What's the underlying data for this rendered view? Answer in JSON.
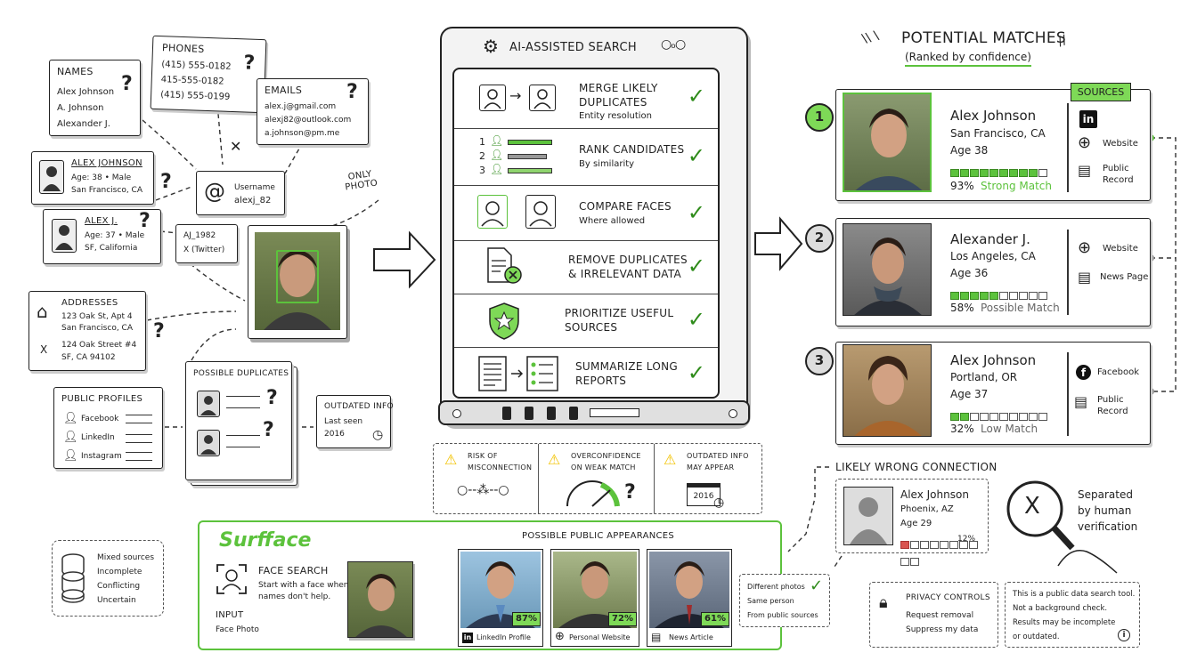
{
  "left": {
    "names": {
      "title": "NAMES",
      "items": [
        "Alex Johnson",
        "A. Johnson",
        "Alexander J."
      ]
    },
    "phones": {
      "title": "PHONES",
      "items": [
        "(415) 555-0182",
        "415-555-0182",
        "(415) 555-0199"
      ]
    },
    "emails": {
      "title": "EMAILS",
      "items": [
        "alex.j@gmail.com",
        "alexj82@outlook.com",
        "a.johnson@pm.me"
      ]
    },
    "profile1": {
      "name": "ALEX JOHNSON",
      "line1": "Age: 38 • Male",
      "line2": "San Francisco, CA"
    },
    "profile2": {
      "name": "ALEX J.",
      "line1": "Age: 37 • Male",
      "line2": "SF, California"
    },
    "username": {
      "label": "Username",
      "value": "alexj_82"
    },
    "handle": {
      "line1": "AJ_1982",
      "line2": "X (Twitter)"
    },
    "only_photo": "ONLY PHOTO",
    "addresses": {
      "title": "ADDRESSES",
      "a1": "123 Oak St, Apt 4",
      "a1b": "San Francisco, CA",
      "a2": "124 Oak Street #4",
      "a2b": "SF, CA 94102",
      "x": "X"
    },
    "public_profiles": {
      "title": "PUBLIC PROFILES",
      "items": [
        "Facebook",
        "LinkedIn",
        "Instagram"
      ]
    },
    "dupes": {
      "title": "POSSIBLE DUPLICATES"
    },
    "outdated": {
      "title": "OUTDATED INFO",
      "line1": "Last seen",
      "line2": "2016"
    },
    "mixed": {
      "items": [
        "Mixed sources",
        "Incomplete",
        "Conflicting",
        "Uncertain"
      ]
    }
  },
  "search": {
    "title": "AI-ASSISTED SEARCH",
    "steps": [
      {
        "title": "MERGE LIKELY",
        "title2": "DUPLICATES",
        "sub": "Entity resolution"
      },
      {
        "title": "RANK CANDIDATES",
        "title2": "",
        "sub": "By similarity"
      },
      {
        "title": "COMPARE FACES",
        "title2": "",
        "sub": "Where allowed"
      },
      {
        "title": "REMOVE DUPLICATES",
        "title2": "& IRRELEVANT DATA",
        "sub": ""
      },
      {
        "title": "PRIORITIZE USEFUL",
        "title2": "SOURCES",
        "sub": ""
      },
      {
        "title": "SUMMARIZE LONG",
        "title2": "REPORTS",
        "sub": ""
      }
    ],
    "rank_numbers": [
      "1",
      "2",
      "3"
    ],
    "warnings": [
      {
        "l1": "RISK OF",
        "l2": "MISCONNECTION"
      },
      {
        "l1": "OVERCONFIDENCE",
        "l2": "ON WEAK MATCH"
      },
      {
        "l1": "OUTDATED INFO",
        "l2": "MAY APPEAR"
      }
    ],
    "year": "2016"
  },
  "matches": {
    "title": "POTENTIAL MATCHES",
    "subtitle": "(Ranked by confidence)",
    "sources_label": "SOURCES",
    "items": [
      {
        "rank": "1",
        "name": "Alex Johnson",
        "loc": "San Francisco, CA",
        "age": "Age 38",
        "pct": "93%",
        "label": "Strong Match",
        "level": 9,
        "src": [
          "Website",
          "Public",
          "Record"
        ]
      },
      {
        "rank": "2",
        "name": "Alexander J.",
        "loc": "Los Angeles, CA",
        "age": "Age 36",
        "pct": "58%",
        "label": "Possible Match",
        "level": 5,
        "src": [
          "Website",
          "News Page"
        ]
      },
      {
        "rank": "3",
        "name": "Alex Johnson",
        "loc": "Portland, OR",
        "age": "Age 37",
        "pct": "32%",
        "label": "Low Match",
        "level": 2,
        "src": [
          "Facebook",
          "Public",
          "Record"
        ]
      }
    ],
    "wrong": {
      "title": "LIKELY WRONG CONNECTION",
      "name": "Alex Johnson",
      "loc": "Phoenix, AZ",
      "age": "Age 29",
      "pct": "12%",
      "level": 1
    },
    "separated": [
      "Separated",
      "by human",
      "verification"
    ],
    "x": "X"
  },
  "surfface": {
    "brand": "Surfface",
    "face_search": "FACE SEARCH",
    "desc1": "Start with a face when",
    "desc2": "names don't help.",
    "input": "INPUT",
    "input_sub": "Face Photo",
    "appear_title": "POSSIBLE PUBLIC APPEARANCES",
    "results": [
      {
        "pct": "87%",
        "label": "LinkedIn Profile"
      },
      {
        "pct": "72%",
        "label": "Personal Website"
      },
      {
        "pct": "61%",
        "label": "News Article"
      }
    ],
    "diff": [
      "Different photos",
      "Same person",
      "From public sources"
    ]
  },
  "privacy": {
    "title": "PRIVACY CONTROLS",
    "items": [
      "Request removal",
      "Suppress my data"
    ]
  },
  "disclaimer": [
    "This is a public data search tool.",
    "Not a background check.",
    "Results may be incomplete",
    "or outdated."
  ],
  "colors": {
    "accent": "#5cc23c",
    "dark": "#222222",
    "warn": "#f2c200"
  }
}
